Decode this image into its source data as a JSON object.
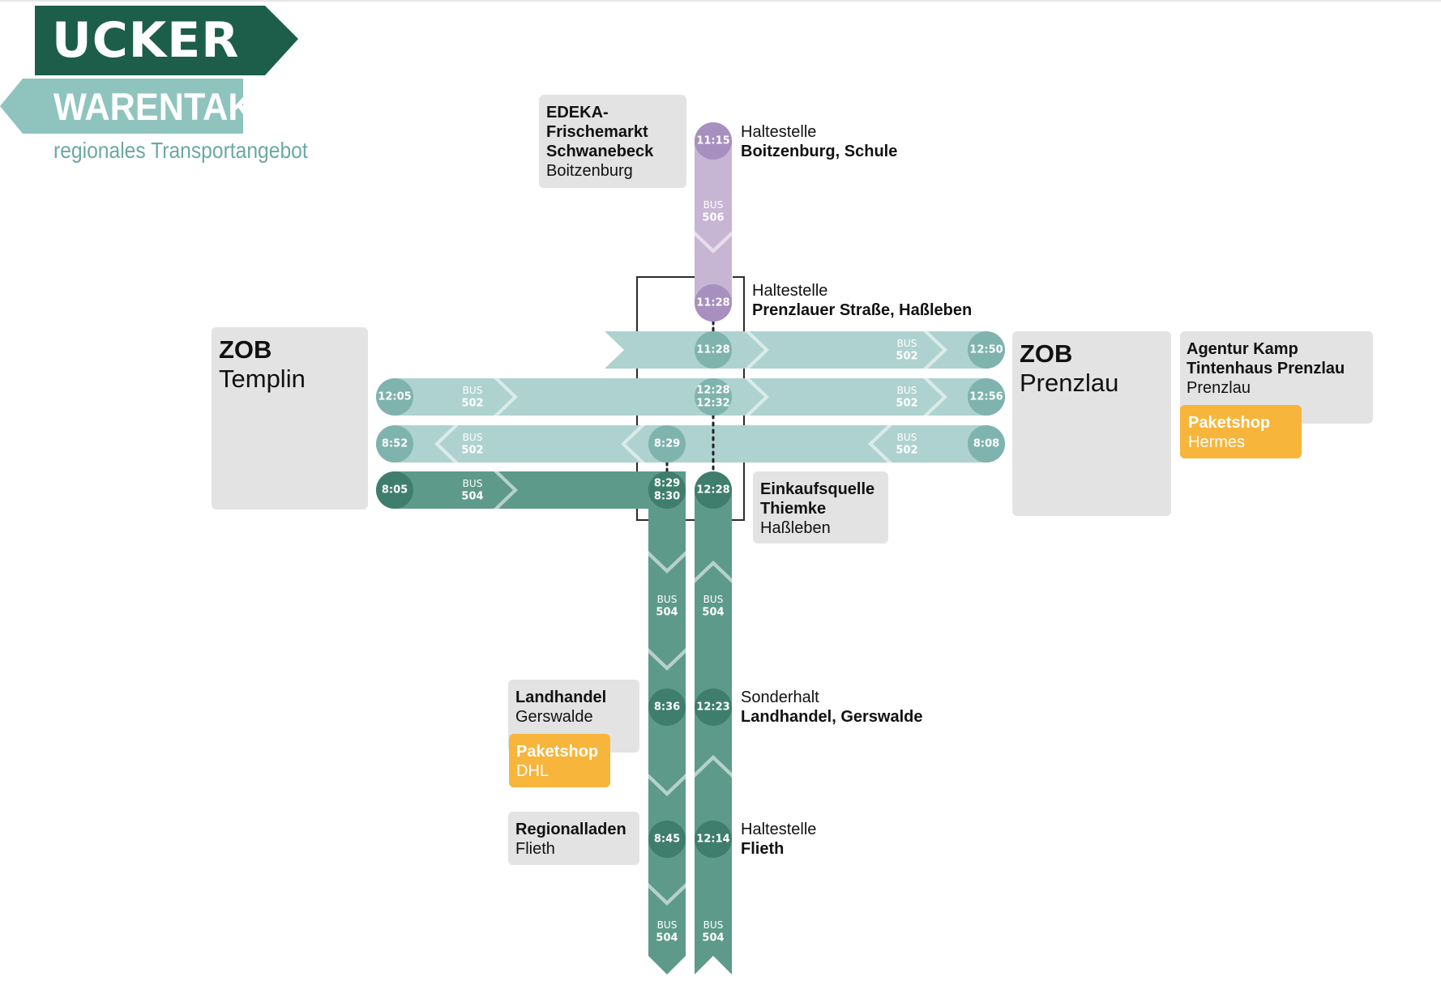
{
  "logo": {
    "title": "UCKER",
    "subtitle": "WARENTAKT",
    "tagline": "regionales Transportangebot"
  },
  "colors": {
    "dark_green": "#1c5e4a",
    "teal_light": "#aed2cf",
    "teal_medium": "#9cc7c3",
    "teal_circle": "#7fb3ae",
    "green_route": "#5e9a89",
    "green_circle": "#3f7e6c",
    "purple_route": "#c6b5d3",
    "purple_circle": "#a78fbf",
    "orange_shop": "#f7b53b",
    "grey_box": "#e3e3e3"
  },
  "places": {
    "edeka": {
      "line1": "EDEKA-",
      "line2": "Frischemarkt",
      "line3": "Schwanebeck",
      "line4": "Boitzenburg"
    },
    "zob_templin": {
      "line1": "ZOB",
      "line2": "Templin"
    },
    "zob_prenzlau": {
      "line1": "ZOB",
      "line2": "Prenzlau"
    },
    "agentur": {
      "line1": "Agentur Kamp",
      "line2": "Tintenhaus Prenzlau",
      "line3": "Prenzlau",
      "shop_line1": "Paketshop",
      "shop_line2": "Hermes"
    },
    "einkaufsquelle": {
      "line1": "Einkaufsquelle",
      "line2": "Thiemke",
      "line3": "Haßleben"
    },
    "landhandel": {
      "line1": "Landhandel",
      "line2": "Gerswalde",
      "shop_line1": "Paketshop",
      "shop_line2": "DHL"
    },
    "regionalladen": {
      "line1": "Regionalladen",
      "line2": "Flieth"
    }
  },
  "stops": {
    "boitzenburg": {
      "line1": "Haltestelle",
      "line2": "Boitzenburg, Schule"
    },
    "hassleben": {
      "line1": "Haltestelle",
      "line2": "Prenzlauer Straße, Haßleben"
    },
    "gerswalde": {
      "line1": "Sonderhalt",
      "line2": "Landhandel, Gerswalde"
    },
    "flieth": {
      "line1": "Haltestelle",
      "line2": "Flieth"
    }
  },
  "bus_word": "BUS",
  "routes": {
    "bus506": {
      "number": "506",
      "times": [
        "11:15",
        "11:28"
      ]
    },
    "bus502_a": {
      "number": "502",
      "times": [
        "11:28",
        "12:50"
      ]
    },
    "bus502_b": {
      "number": "502",
      "times": [
        "12:05",
        "12:28",
        "12:32",
        "12:56"
      ]
    },
    "bus502_c": {
      "number": "502",
      "times": [
        "8:52",
        "8:29",
        "8:08"
      ]
    },
    "bus504_a": {
      "number": "504",
      "times": [
        "8:05",
        "8:29",
        "8:30",
        "8:36",
        "8:45"
      ]
    },
    "bus504_b": {
      "number": "504",
      "times": [
        "12:28",
        "12:23",
        "12:14"
      ]
    }
  }
}
